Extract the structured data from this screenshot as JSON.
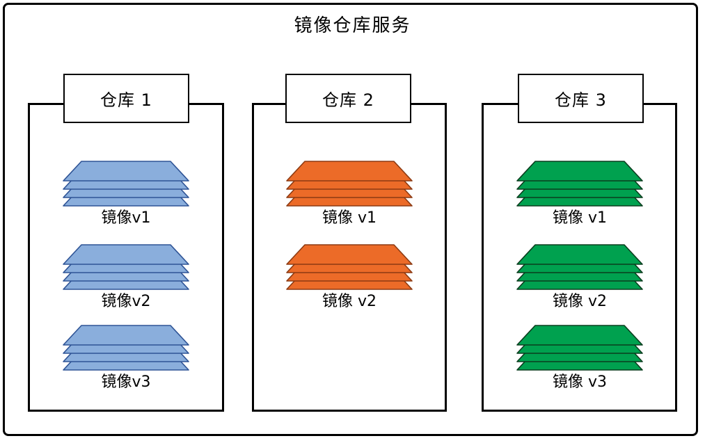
{
  "title": "镜像仓库服务",
  "repos": [
    {
      "label": "仓库 1",
      "colors": {
        "fill": "#8AAEDC",
        "stroke": "#2E5395"
      },
      "images": [
        {
          "label": "镜像v1"
        },
        {
          "label": "镜像v2"
        },
        {
          "label": "镜像v3"
        }
      ]
    },
    {
      "label": "仓库 2",
      "colors": {
        "fill": "#EC6B28",
        "stroke": "#8C3A12"
      },
      "images": [
        {
          "label": "镜像 v1"
        },
        {
          "label": "镜像 v2"
        }
      ]
    },
    {
      "label": "仓库 3",
      "colors": {
        "fill": "#00A14F",
        "stroke": "#0A3D1E"
      },
      "images": [
        {
          "label": "镜像 v1"
        },
        {
          "label": "镜像 v2"
        },
        {
          "label": "镜像 v3"
        }
      ]
    }
  ]
}
